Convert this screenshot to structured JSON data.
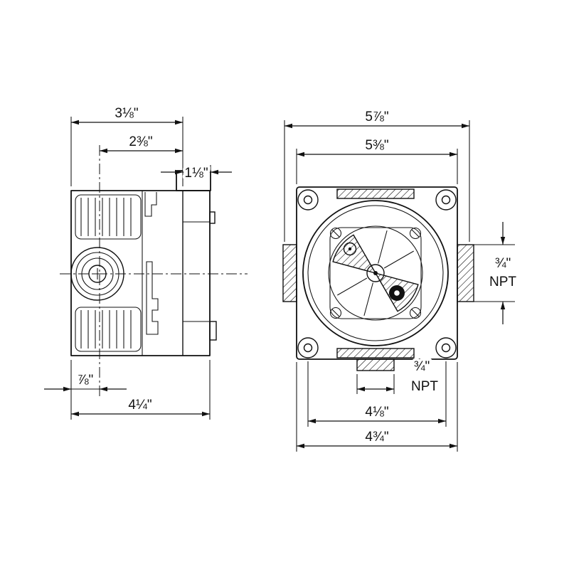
{
  "page": {
    "background": "#ffffff",
    "ink": "#111111",
    "description": "Technical dimension drawing of a rough-in valve body, side view and front view"
  },
  "dimensions": {
    "side": {
      "top_width": "3⅛\"",
      "mid_width": "2⅜\"",
      "front_depth": "1⅛\"",
      "port_offset": "⅞\"",
      "total_depth": "4¼\""
    },
    "front": {
      "outer_width": "5⅞\"",
      "plate_width": "5⅜\"",
      "side_port_size": "¾\"",
      "side_port_thread": "NPT",
      "bottom_port_size": "¾\"",
      "bottom_port_thread": "NPT",
      "hole_spacing": "4⅛\"",
      "plate_bottom_width": "4¾\""
    }
  }
}
